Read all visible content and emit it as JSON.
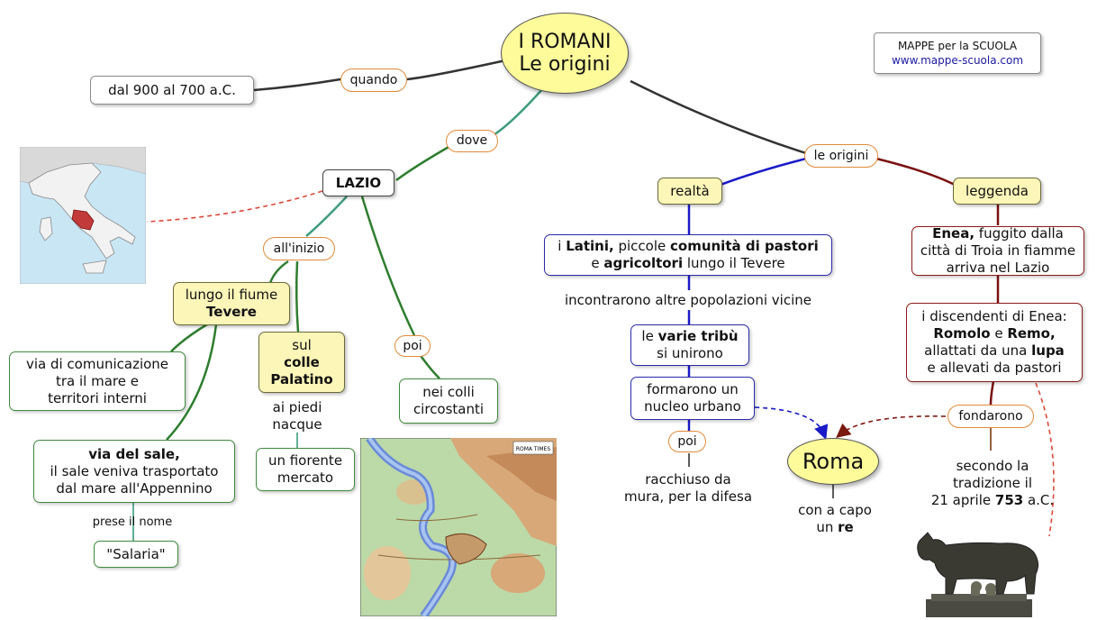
{
  "title": {
    "line1": "I ROMANI",
    "line2": "Le origini"
  },
  "branding": {
    "line1": "MAPPE per la SCUOLA",
    "line2": "www.mappe-scuola.com"
  },
  "colors": {
    "ellipse_fill": "#fdfb9a",
    "yellow_box": "#fdf6b9",
    "link_orange": "#e08a3a",
    "line_green": "#2e7d2e",
    "line_blue": "#1a1ac8",
    "line_red": "#7a1010",
    "line_dark": "#333333"
  },
  "icons": [
    "italy-map",
    "rome-map",
    "capitoline-wolf"
  ],
  "nodes": {
    "dates": "dal 900  al 700 a.C.",
    "quando": "quando",
    "dove": "dove",
    "lazio": "LAZIO",
    "allinizio": "all'inizio",
    "tevere": {
      "l1": "lungo il fiume",
      "l2": "Tevere"
    },
    "comunicazione": {
      "l1": "via di comunicazione",
      "l2": "tra il mare e",
      "l3": "territori interni"
    },
    "viasale": {
      "l1": "via del sale,",
      "l2": "il sale veniva trasportato",
      "l3": "dal mare all'Appennino"
    },
    "presenome": "prese il nome",
    "salaria": "\"Salaria\"",
    "palatino": {
      "l1": "sul",
      "l2": "colle",
      "l3": "Palatino"
    },
    "piedi": {
      "l1": "ai piedi",
      "l2": "nacque"
    },
    "mercato": {
      "l1": "un fiorente",
      "l2": "mercato"
    },
    "poi_left": "poi",
    "colli": {
      "l1": "nei colli",
      "l2": "circostanti"
    },
    "origini": "le origini",
    "realta": "realtà",
    "leggenda": "leggenda",
    "latini": {
      "p1": "i ",
      "b1": "Latini,",
      "p2": " piccole ",
      "b2": "comunità di pastori",
      "p3": "e ",
      "b3": "agricoltori",
      "p4": " lungo il Tevere"
    },
    "incontrarono": "incontrarono altre popolazioni vicine",
    "tribu": {
      "p1": "le ",
      "b1": "varie tribù",
      "l2": "si unirono"
    },
    "nucleo": {
      "l1": "formarono un",
      "l2": "nucleo urbano"
    },
    "poi_right": "poi",
    "mura": {
      "l1": "racchiuso da",
      "l2": "mura, per la difesa"
    },
    "roma": "Roma",
    "capo": {
      "l1": "con a capo",
      "p2": "un ",
      "b2": "re"
    },
    "enea": {
      "b1": "Enea,",
      "p1": " fuggito dalla",
      "l2": "città di Troia in fiamme",
      "l3": "arriva nel Lazio"
    },
    "discendenti": {
      "l1": "i discendenti di Enea:",
      "b1": "Romolo",
      "p2": " e ",
      "b2": "Remo,",
      "l3": "allattati da una ",
      "b3": "lupa",
      "l4": "e allevati da pastori"
    },
    "fondarono": "fondarono",
    "tradizione": {
      "l1": "secondo la",
      "l2": "tradizione il",
      "p3": "21 aprile ",
      "b3": "753",
      "p3b": " a.C."
    }
  },
  "rome_map_label": "ROMA TIMES"
}
